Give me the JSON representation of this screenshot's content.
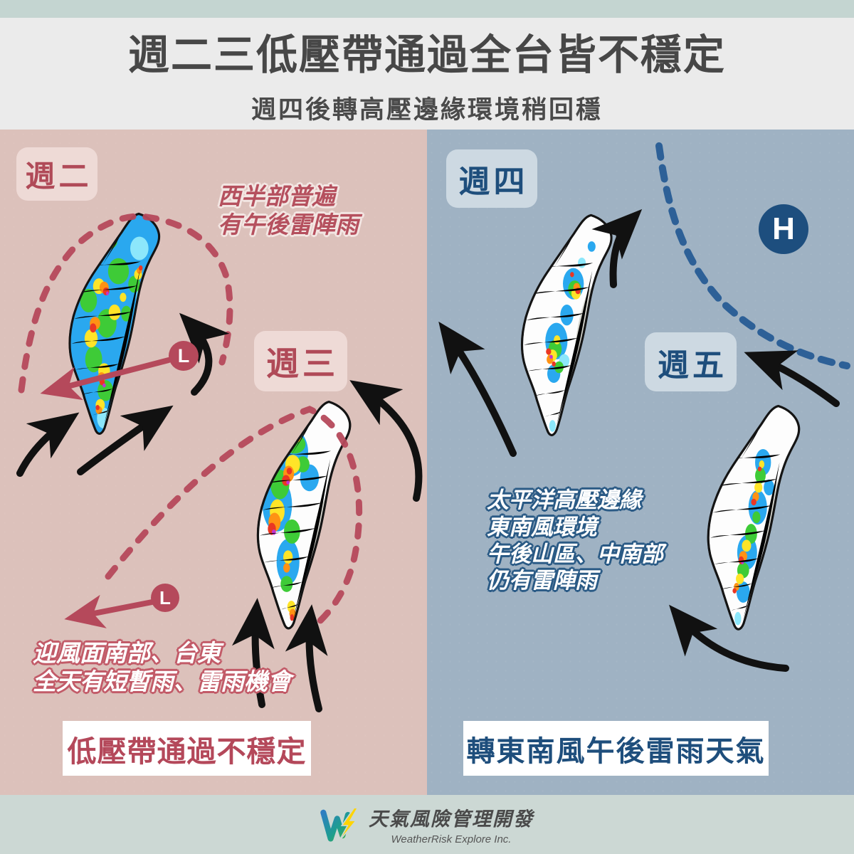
{
  "header": {
    "title": "週二三低壓帶通過全台皆不穩定",
    "subtitle": "週四後轉高壓邊緣環境稍回穩"
  },
  "left_panel": {
    "day_tuesday": "週二",
    "day_wednesday": "週三",
    "low_pressure_symbol": "L",
    "annotation_west": {
      "lines": [
        "西半部普遍",
        "有午後雷陣雨"
      ]
    },
    "annotation_windward": {
      "lines": [
        "迎風面南部、台東",
        "全天有短暫雨、雷雨機會"
      ]
    },
    "bottom_label": "低壓帶通過不穩定"
  },
  "right_panel": {
    "day_thursday": "週四",
    "day_friday": "週五",
    "high_pressure_symbol": "H",
    "annotation_pacific": {
      "lines": [
        "太平洋高壓邊緣",
        "東南風環境",
        "午後山區、中南部",
        "仍有雷陣雨"
      ]
    },
    "bottom_label": "轉東南風午後雷雨天氣"
  },
  "footer": {
    "brand_zh": "天氣風險管理開發",
    "brand_en": "WeatherRisk Explore Inc."
  },
  "colors": {
    "top_strip": "#c4d5d1",
    "header_bg": "#ebebeb",
    "title_text": "#474747",
    "panel_left_bg": "#dcc1bb",
    "panel_right_bg": "#9fb2c3",
    "badge_left_bg": "#eedad6",
    "badge_right_bg": "#cdd9e2",
    "crimson_accent": "#b5495b",
    "navy_accent": "#1e4e7c",
    "high_symbol_bg": "#1d4e7e",
    "arrow_black": "#111111",
    "dashed_blue": "#2d6097",
    "label_box_bg": "#ffffff",
    "footer_bg": "#ccd8d4",
    "logo_yellow": "#ffd400",
    "logo_blue": "#2f7ec2",
    "logo_teal": "#2eb08c"
  }
}
